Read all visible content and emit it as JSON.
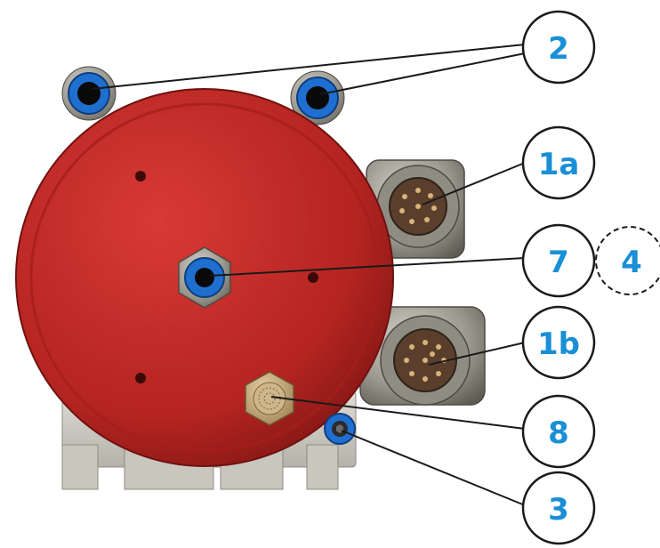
{
  "callouts": [
    {
      "id": "2",
      "label": "2"
    },
    {
      "id": "1a",
      "label": "1a"
    },
    {
      "id": "7",
      "label": "7"
    },
    {
      "id": "4",
      "label": "4"
    },
    {
      "id": "1b",
      "label": "1b"
    },
    {
      "id": "8",
      "label": "8"
    },
    {
      "id": "3",
      "label": "3"
    }
  ],
  "colors": {
    "callout_text": "#1a8fd6",
    "body_red": "#c42a28",
    "fitting_blue": "#1f6fd0",
    "connector_metal": "#8d8a80",
    "mount_grey": "#cfcdc6",
    "vent_brass": "#b89a6a"
  }
}
